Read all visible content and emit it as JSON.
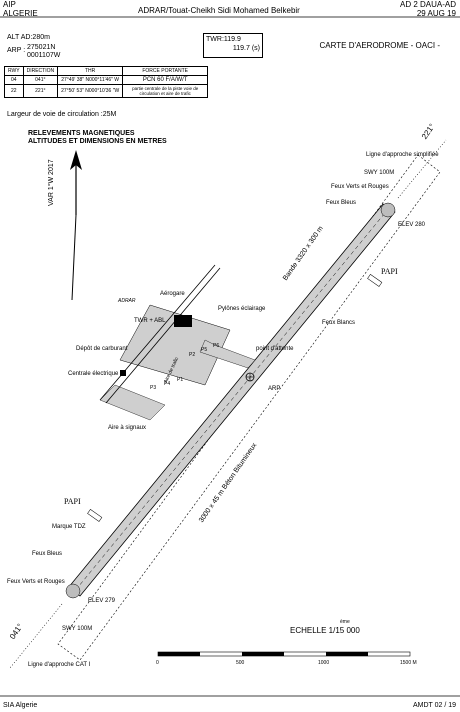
{
  "header": {
    "left_line1": "AIP",
    "left_line2": "ALGERIE",
    "center": "ADRAR/Touat-Cheikh Sidi Mohamed Belkebir",
    "right_line1": "AD 2 DAUA-AD",
    "right_line2": "29 AUG 19"
  },
  "aerodrome": {
    "alt": "ALT AD:280m",
    "arp_label": "ARP :",
    "arp_lat": "275021N",
    "arp_lon": "0001107W",
    "twr_1": "TWR:119.9",
    "twr_2": "119.7 (s)",
    "chart_title": "CARTE D'AERODROME - OACI -"
  },
  "runway_table": {
    "headers": [
      "RWY",
      "DIRECTION",
      "THR",
      "FORCE PORTANTE"
    ],
    "rows": [
      [
        "04",
        "041°",
        "27°49' 38\" N000°11'46\" W",
        "PCN 60 F/A/W/T"
      ],
      [
        "22",
        "221°",
        "27°50' 53\" N000°10'36 \"W",
        "partie centrale de la piste voie de circulation et aire de trafic"
      ]
    ]
  },
  "twy_width": "Largeur de voie de circulation :25M",
  "notes": {
    "line1": "RELEVEMENTS MAGNETIQUES",
    "line2": "ALTITUDES ET DIMENSIONS EN METRES"
  },
  "magnetic_var": "VAR 1°W 2017",
  "map_labels": {
    "rwy_221": "221°",
    "rwy_041": "041°",
    "approach_simple": "Ligne d'approche simplifiée",
    "swy_top": "SWY 100M",
    "feux_verts_top": "Feux Verts et Rouges",
    "feux_bleus_top": "Feux Bleus",
    "elev_280": "ELEV 280",
    "bande": "Bande 3320 x 300 m",
    "papi_top": "PAPI",
    "feux_blancs": "Feux Blancs",
    "pylones": "Pylônes éclairage",
    "aerogare": "Aérogare",
    "twr_abs": "TWR + ABL",
    "adrar": "ADRAR",
    "depot": "Dépôt de carburant",
    "aire_trafic": "Aire de trafic",
    "point_attente": "point d'attente",
    "centrale": "Centrale électrique",
    "arp": "ARP",
    "aire_signaux": "Aire à signaux",
    "piste": "3000 x 45 m Béton Bitumineux",
    "papi_bottom": "PAPI",
    "marque_tdz": "Marque TDZ",
    "feux_bleus_bottom": "Feux Bleus",
    "feux_verts_bottom": "Feux Verts et Rouges",
    "elev_279": "ELEV 279",
    "swy_bottom": "SWY 100M",
    "approach_cat": "Ligne d'approche CAT I",
    "p1": "P1",
    "p2": "P2",
    "p3": "P3",
    "p4": "P4",
    "p5": "P5",
    "p6": "P6"
  },
  "scale": {
    "label": "ECHELLE 1/15 000",
    "eme": "ème",
    "ticks": [
      "0",
      "500",
      "1000",
      "1500 M"
    ]
  },
  "footer": {
    "left": "SIA Algerie",
    "right": "AMDT 02 / 19"
  }
}
